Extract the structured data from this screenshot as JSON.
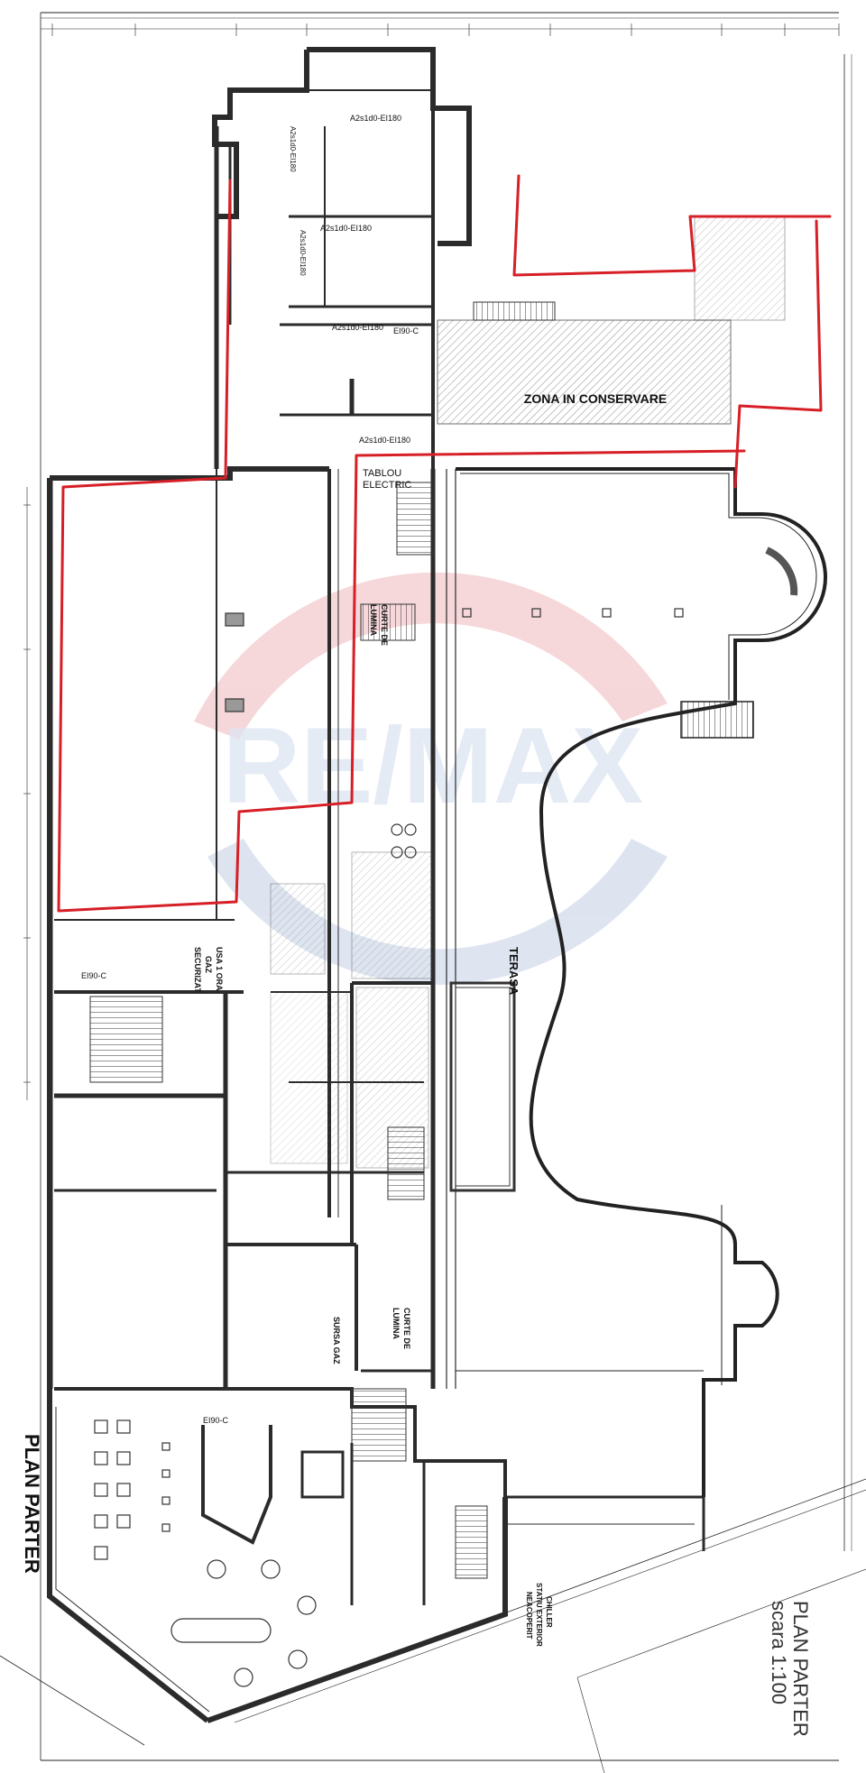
{
  "sheet": {
    "title_vertical": "PLAN PARTER",
    "title_corner_line1": "PLAN PARTER",
    "title_corner_line2": "scara 1:100"
  },
  "watermark": {
    "text": "RE/MAX"
  },
  "rooms": {
    "zona_conservare": "ZONA IN CONSERVARE",
    "tablou_electric_1": "TABLOU",
    "tablou_electric_2": "ELECTRIC",
    "terasa": "TERASA",
    "curte_lumina_1": "CURTE DE",
    "curte_lumina_2": "LUMINA",
    "sursa_gaz": "SURSA GAZ",
    "usa_gaz_1": "USA 1 ORA",
    "usa_gaz_2": "GAZ",
    "usa_gaz_3": "SECURIZAT",
    "chiller_1": "CHILLER",
    "chiller_2": "STATIU EXTERIOR",
    "chiller_3": "NEACOPERIT",
    "curte_de_lumina_top_1": "CURTE DE",
    "curte_de_lumina_top_2": "LUMINA"
  },
  "fire_ratings": {
    "a2s1d0_1": "A2s1d0-EI180",
    "a2s1d0_2": "A2s1d0-EI180",
    "a2s1d0_3": "A2s1d0-EI180",
    "a2s1d0_4": "A2s1d0-EI180",
    "a2s1d0_5": "A2s1d0-EI180",
    "a2s1d0_6": "A2s1d0-EI180",
    "ei90c_1": "EI90-C",
    "ei90c_2": "EI90-C",
    "ei90c_3": "EI90-C"
  },
  "colors": {
    "line": "#1a1a1a",
    "wall": "#3a3a3a",
    "hatch": "#8a8a8a",
    "highlight": "#d61f26",
    "watermark_red": "#e8a3a8",
    "watermark_blue": "#a9bcd9"
  }
}
